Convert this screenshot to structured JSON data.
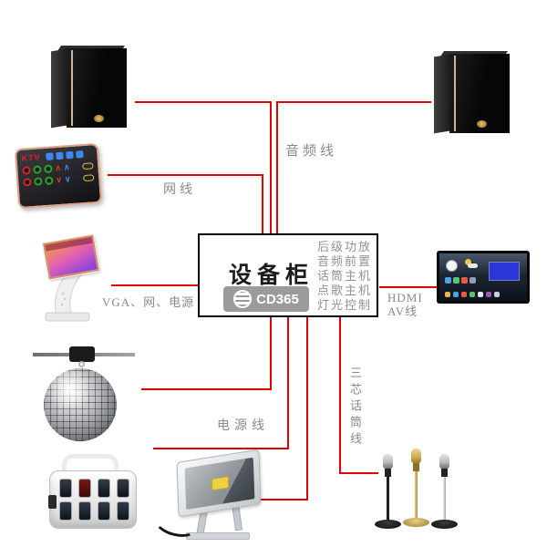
{
  "cabinet": {
    "title": "设备柜",
    "brand": "CD365",
    "modules": [
      "后级功放",
      "音频前置",
      "话筒主机",
      "点歌主机",
      "灯光控制"
    ]
  },
  "cable_labels": {
    "audio": "音频线",
    "network": "网线",
    "kiosk": "VGA、网、电源",
    "hdmi_line1": "HDMI",
    "hdmi_line2": "AV线",
    "power": "电源线",
    "microphone": "三芯话筒线"
  },
  "devices": {
    "ktv_panel_brand": "KTV"
  },
  "colors": {
    "line_red": "#e60000",
    "label_gray": "#8a8a8a",
    "logo_bg": "#9b9b9b",
    "logo_text": "#ffffff"
  }
}
